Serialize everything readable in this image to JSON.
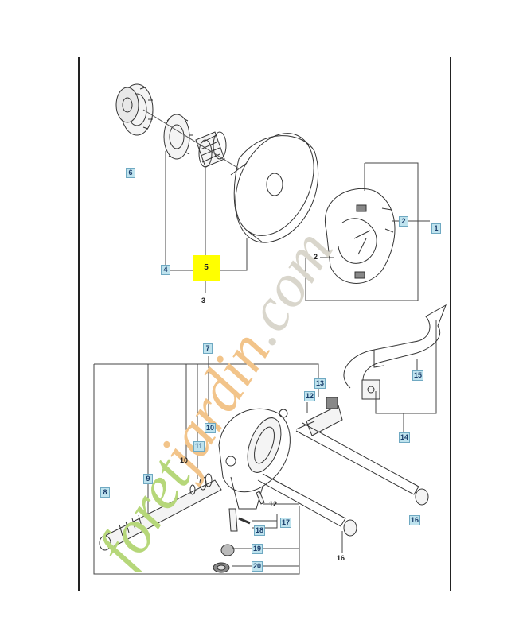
{
  "watermark": {
    "text": "foretjardin.com",
    "color_green": "#b6d77a",
    "color_orange": "#f2c48a",
    "color_grey": "#d9d6cc"
  },
  "accent": {
    "highlight": "#ffff00",
    "label_fill": "#bfe3ee",
    "label_text": "#1a3d6b"
  },
  "labels": {
    "p1": "1",
    "p2a": "2",
    "p2b": "2",
    "p3": "3",
    "p4": "4",
    "p5": "5",
    "p6": "6",
    "p7": "7",
    "p8": "8",
    "p9": "9",
    "p10a": "10",
    "p10b": "10",
    "p11": "11",
    "p12a": "12",
    "p12b": "12",
    "p13": "13",
    "p14": "14",
    "p15": "15",
    "p16a": "16",
    "p16b": "16",
    "p17": "17",
    "p18": "18",
    "p19": "19",
    "p20": "20"
  }
}
